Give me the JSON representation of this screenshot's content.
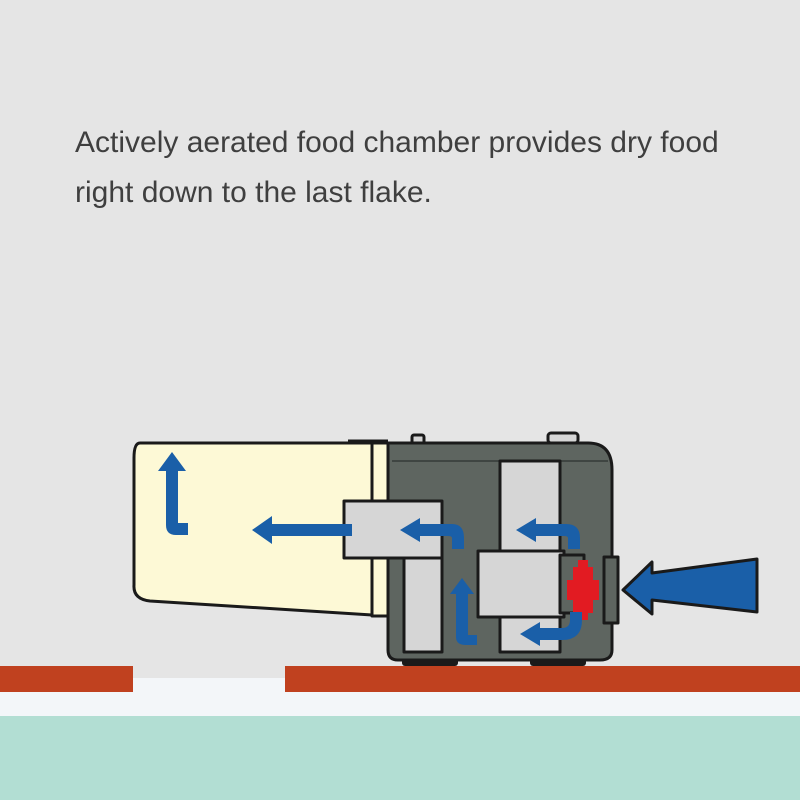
{
  "caption": {
    "line1": "Actively aerated food chamber provides dry food",
    "line2": "right down to the last flake."
  },
  "colors": {
    "background": "#e5e5e5",
    "caption_text": "#3f3f3f",
    "food_chamber": "#fdf9d6",
    "device_body": "#5e6560",
    "air_duct": "#d6d6d6",
    "airflow_arrow": "#1a5fa8",
    "fan": "#e21b22",
    "shelf": "#c0411f",
    "water_light": "#f3f6f9",
    "water": "#b2ded3",
    "outline": "#1a1a1a"
  },
  "icons": [
    "airflow-arrow",
    "fan-icon",
    "intake-arrow"
  ]
}
